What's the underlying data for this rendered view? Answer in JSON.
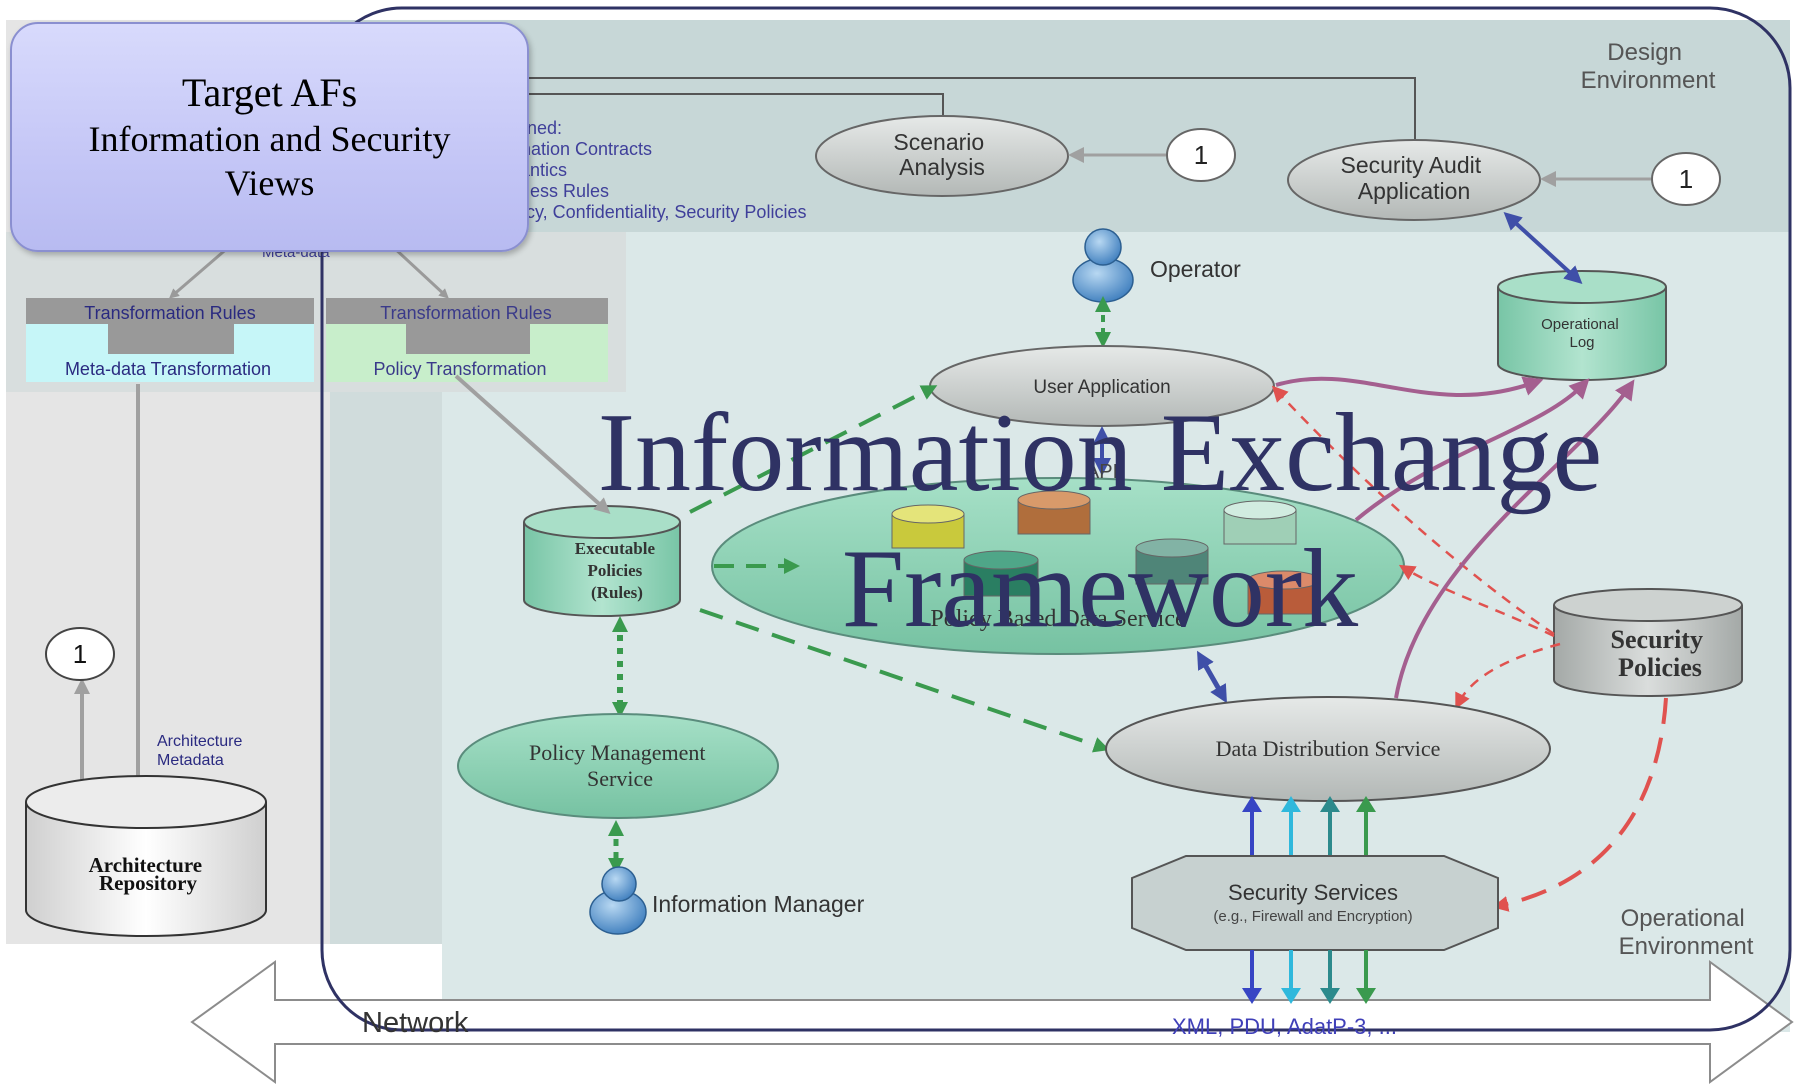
{
  "slide": {
    "target_box": {
      "line1": "Target AFs",
      "line2": "Information and Security",
      "line3": "Views"
    },
    "title_line1": "Information Exchange",
    "title_line2": "Framework"
  },
  "diagram": {
    "design_env": [
      "Design",
      "Environment"
    ],
    "operational_env": [
      "Operational",
      "Environment"
    ],
    "defined_list": [
      "fined:",
      "rmation Contracts",
      "nantics",
      "iness Rules",
      "acy, Confidentiality, Security Policies"
    ],
    "meta_data": "Meta-data",
    "scenario_analysis": [
      "Scenario",
      "Analysis"
    ],
    "security_audit": [
      "Security Audit",
      "Application"
    ],
    "badge": "1",
    "operator": "Operator",
    "operational_log": [
      "Operational",
      "Log"
    ],
    "transformation_rules": "Transformation Rules",
    "meta_data_transformation": "Meta-data Transformation",
    "policy_transformation": "Policy Transformation",
    "user_application": "User Application",
    "api": "API",
    "executable_policies": [
      "Executable",
      "Policies",
      "(Rules)"
    ],
    "policy_based_data_service": "Policy Based Data Service",
    "security_policies": [
      "Security",
      "Policies"
    ],
    "architecture_metadata": [
      "Architecture",
      "Metadata"
    ],
    "architecture_repository": [
      "Architecture",
      "Repository"
    ],
    "policy_management_service": [
      "Policy Management",
      "Service"
    ],
    "data_distribution_service": "Data Distribution Service",
    "information_manager": "Information Manager",
    "security_services": "Security Services",
    "security_services_sub": "(e.g., Firewall and Encryption)",
    "network": "Network",
    "formats": "XML, PDU, AdatP-3, ..."
  },
  "colors": {
    "green_arrow": "#3a9a4e",
    "red_dashed": "#e0524f",
    "purple_arrow": "#a45f8f",
    "blue_arrow": "#3f4fa8",
    "teal_fill": "#8fd3b8",
    "title_color": "#2f3264",
    "box_purple": "#c4c6f6"
  }
}
